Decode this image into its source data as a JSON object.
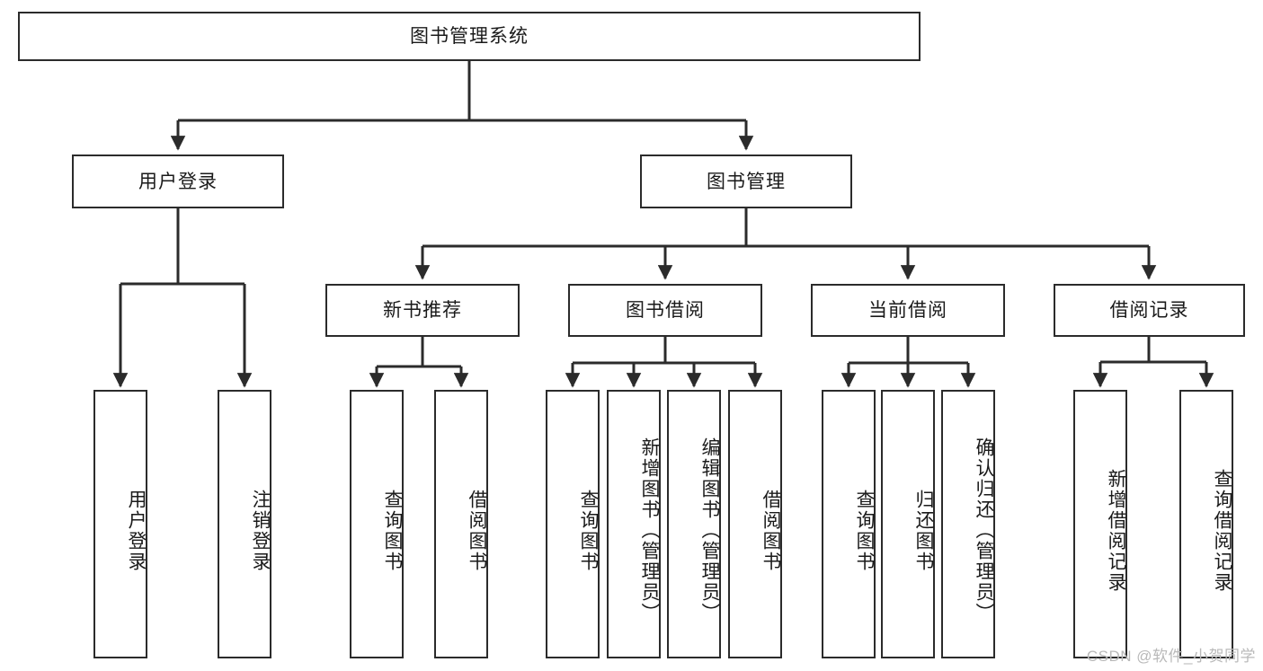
{
  "diagram": {
    "title": "图书管理系统",
    "watermark": "CSDN @软件_小贺同学",
    "stroke_color": "#2b2b2b",
    "background_color": "#ffffff",
    "text_color": "#1a1a1a",
    "nodes": {
      "root": "图书管理系统",
      "level2": {
        "user_login": "用户登录",
        "book_management": "图书管理"
      },
      "level3": {
        "new_book_recommend": "新书推荐",
        "book_borrow": "图书借阅",
        "current_borrow": "当前借阅",
        "borrow_record": "借阅记录"
      },
      "leaves": {
        "user_login_children": [
          "用户登录",
          "注销登录"
        ],
        "new_book_recommend_children": [
          "查询图书",
          "借阅图书"
        ],
        "book_borrow_children": [
          "查询图书",
          "新增图书（管理员）",
          "编辑图书（管理员）",
          "借阅图书"
        ],
        "current_borrow_children": [
          "查询图书",
          "归还图书",
          "确认归还（管理员）"
        ],
        "borrow_record_children": [
          "新增借阅记录",
          "查询借阅记录"
        ]
      }
    }
  }
}
